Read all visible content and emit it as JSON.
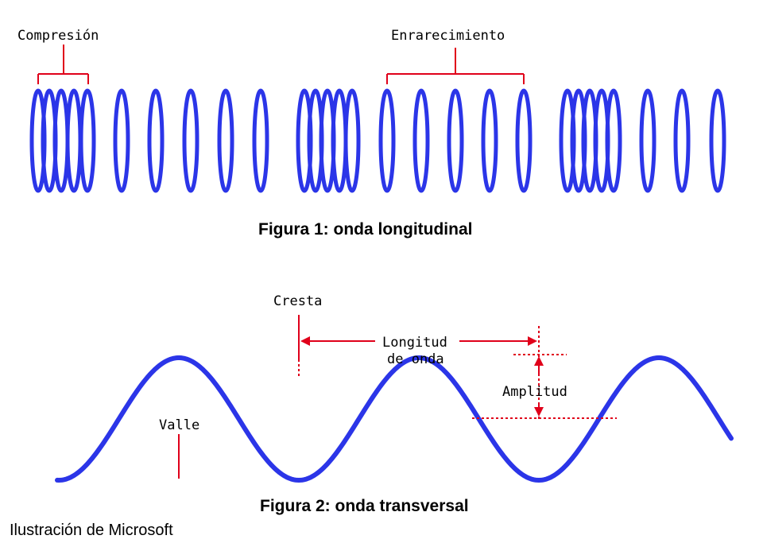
{
  "figure1": {
    "caption": "Figura 1: onda longitudinal",
    "label_compression": "Compresión",
    "label_rarefaction": "Enrarecimiento"
  },
  "figure2": {
    "caption": "Figura 2: onda transversal",
    "label_crest": "Cresta",
    "label_wavelength_line1": "Longitud",
    "label_wavelength_line2": "de onda",
    "label_amplitude": "Amplitud",
    "label_trough": "Valle"
  },
  "credit": "Ilustración de Microsoft",
  "colors": {
    "wave": "#2b35e8",
    "annotation": "#e0001a",
    "text": "#000000",
    "background": "#ffffff"
  }
}
